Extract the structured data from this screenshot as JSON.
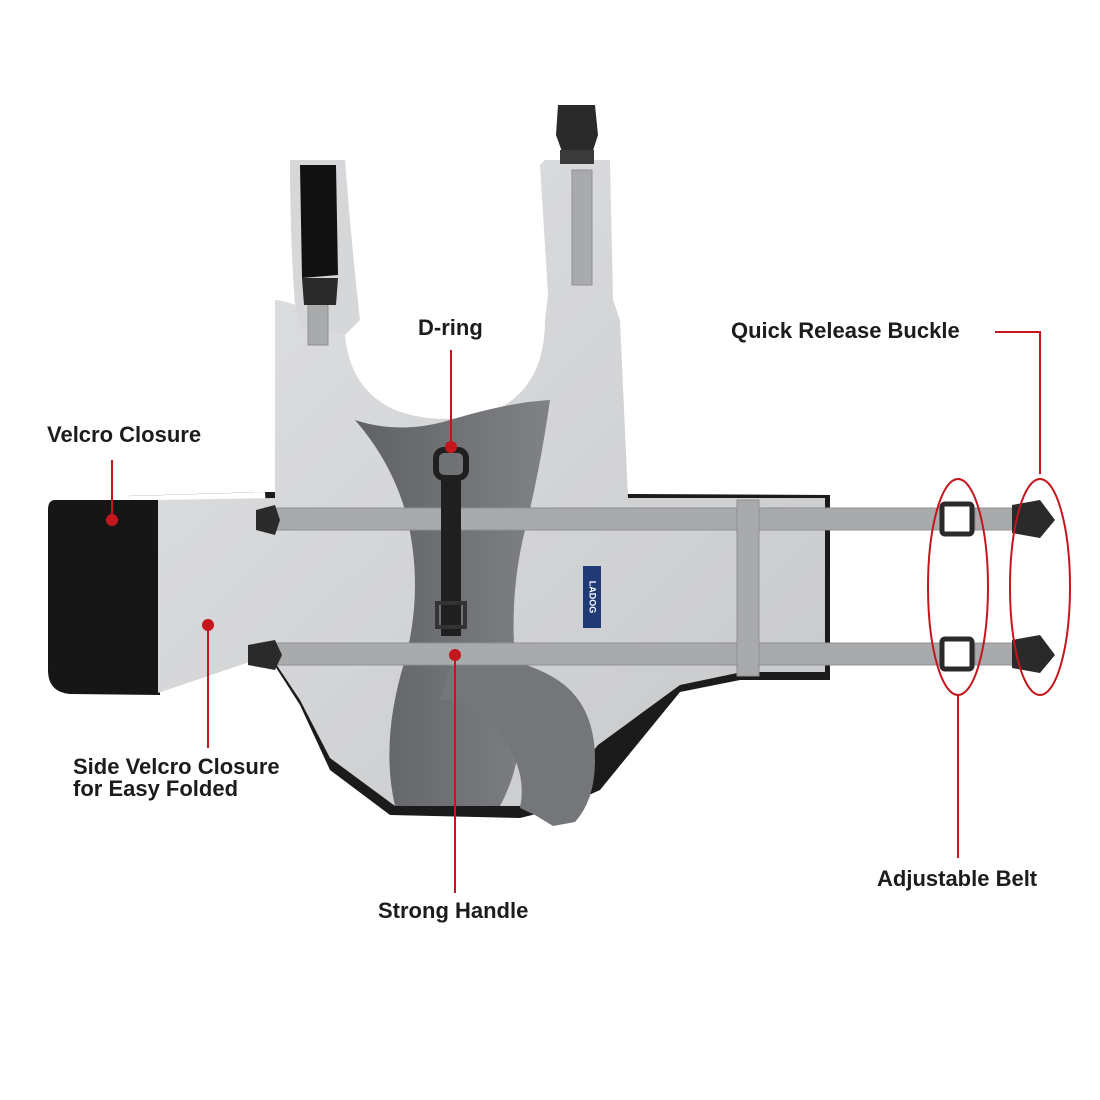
{
  "callouts": {
    "velcro_closure": "Velcro Closure",
    "d_ring": "D-ring",
    "quick_release_buckle": "Quick Release Buckle",
    "side_velcro_line1": "Side Velcro Closure",
    "side_velcro_line2": "for Easy Folded",
    "strong_handle": "Strong Handle",
    "adjustable_belt": "Adjustable Belt"
  },
  "brand_label": "LADOG",
  "colors": {
    "accent": "#c4161c",
    "vest_light": "#d2d3d5",
    "vest_dark": "#6e7073",
    "lining": "#1b1b1c",
    "strap": "#a9aaac"
  }
}
